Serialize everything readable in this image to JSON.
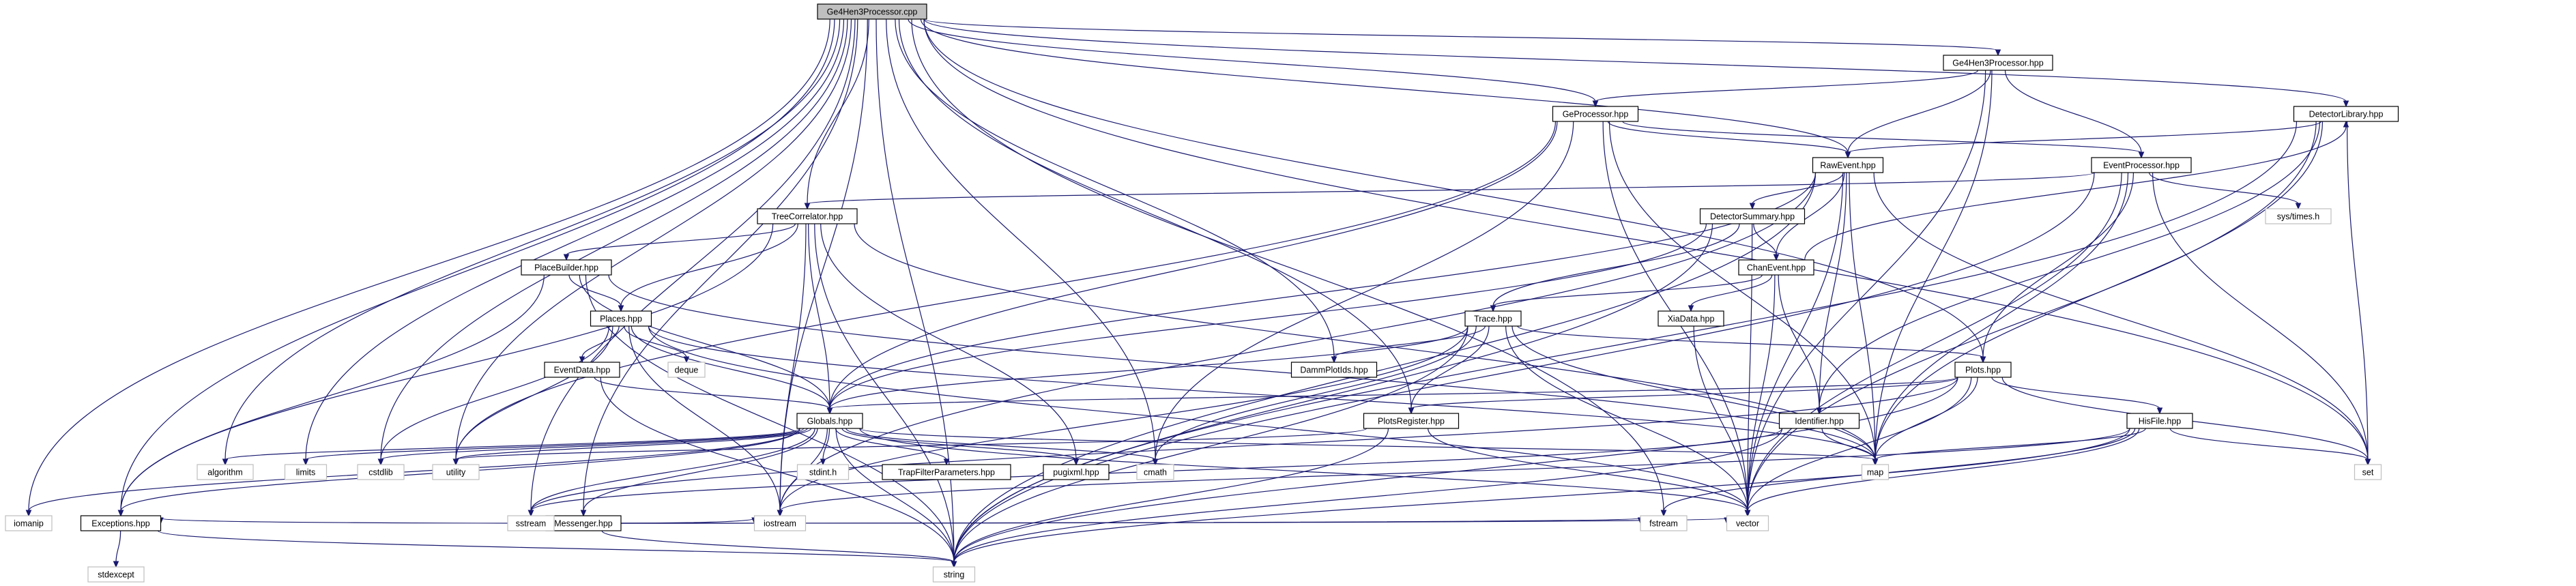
{
  "graph": {
    "nodes": [
      {
        "id": "root",
        "label": "Ge4Hen3Processor.cpp",
        "type": "root"
      },
      {
        "id": "g4h3hpp",
        "label": "Ge4Hen3Processor.hpp",
        "type": "file"
      },
      {
        "id": "detlib",
        "label": "DetectorLibrary.hpp",
        "type": "file"
      },
      {
        "id": "geproc",
        "label": "GeProcessor.hpp",
        "type": "file"
      },
      {
        "id": "rawevent",
        "label": "RawEvent.hpp",
        "type": "file"
      },
      {
        "id": "eventproc",
        "label": "EventProcessor.hpp",
        "type": "file"
      },
      {
        "id": "treecorr",
        "label": "TreeCorrelator.hpp",
        "type": "file"
      },
      {
        "id": "detsummary",
        "label": "DetectorSummary.hpp",
        "type": "file"
      },
      {
        "id": "systimes",
        "label": "sys/times.h",
        "type": "system"
      },
      {
        "id": "placebuilder",
        "label": "PlaceBuilder.hpp",
        "type": "file"
      },
      {
        "id": "chanevent",
        "label": "ChanEvent.hpp",
        "type": "file"
      },
      {
        "id": "places",
        "label": "Places.hpp",
        "type": "file"
      },
      {
        "id": "trace",
        "label": "Trace.hpp",
        "type": "file"
      },
      {
        "id": "xiadata",
        "label": "XiaData.hpp",
        "type": "file"
      },
      {
        "id": "eventdata",
        "label": "EventData.hpp",
        "type": "file"
      },
      {
        "id": "deque",
        "label": "deque",
        "type": "system"
      },
      {
        "id": "damm",
        "label": "DammPlotIds.hpp",
        "type": "file"
      },
      {
        "id": "plots",
        "label": "Plots.hpp",
        "type": "file"
      },
      {
        "id": "globals",
        "label": "Globals.hpp",
        "type": "file"
      },
      {
        "id": "plotsreg",
        "label": "PlotsRegister.hpp",
        "type": "file"
      },
      {
        "id": "identifier",
        "label": "Identifier.hpp",
        "type": "file"
      },
      {
        "id": "hisfile",
        "label": "HisFile.hpp",
        "type": "file"
      },
      {
        "id": "algorithm",
        "label": "algorithm",
        "type": "system"
      },
      {
        "id": "limits",
        "label": "limits",
        "type": "system"
      },
      {
        "id": "cstdlib",
        "label": "cstdlib",
        "type": "system"
      },
      {
        "id": "utility",
        "label": "utility",
        "type": "system"
      },
      {
        "id": "stdinth",
        "label": "stdint.h",
        "type": "system"
      },
      {
        "id": "trajfilter",
        "label": "TrapFilterParameters.hpp",
        "type": "file"
      },
      {
        "id": "pugixml",
        "label": "pugixml.hpp",
        "type": "file"
      },
      {
        "id": "cmath",
        "label": "cmath",
        "type": "system"
      },
      {
        "id": "map",
        "label": "map",
        "type": "system"
      },
      {
        "id": "set",
        "label": "set",
        "type": "system"
      },
      {
        "id": "iomanip",
        "label": "iomanip",
        "type": "system"
      },
      {
        "id": "messenger",
        "label": "Messenger.hpp",
        "type": "file"
      },
      {
        "id": "exceptions",
        "label": "Exceptions.hpp",
        "type": "file"
      },
      {
        "id": "sstream",
        "label": "sstream",
        "type": "system"
      },
      {
        "id": "iostream",
        "label": "iostream",
        "type": "system"
      },
      {
        "id": "fstream",
        "label": "fstream",
        "type": "system"
      },
      {
        "id": "vector",
        "label": "vector",
        "type": "system"
      },
      {
        "id": "stdexcept",
        "label": "stdexcept",
        "type": "system"
      },
      {
        "id": "string",
        "label": "string",
        "type": "system"
      }
    ],
    "edges": [
      [
        "root",
        "g4h3hpp"
      ],
      [
        "root",
        "detlib"
      ],
      [
        "root",
        "geproc"
      ],
      [
        "root",
        "rawevent"
      ],
      [
        "root",
        "treecorr"
      ],
      [
        "root",
        "damm"
      ],
      [
        "root",
        "plots"
      ],
      [
        "root",
        "messenger"
      ],
      [
        "root",
        "exceptions"
      ],
      [
        "root",
        "iomanip"
      ],
      [
        "root",
        "algorithm"
      ],
      [
        "root",
        "limits"
      ],
      [
        "root",
        "cstdlib"
      ],
      [
        "root",
        "utility"
      ],
      [
        "root",
        "cmath"
      ],
      [
        "root",
        "iostream"
      ],
      [
        "root",
        "sstream"
      ],
      [
        "root",
        "fstream"
      ],
      [
        "root",
        "string"
      ],
      [
        "root",
        "set"
      ],
      [
        "root",
        "plotsreg"
      ],
      [
        "g4h3hpp",
        "geproc"
      ],
      [
        "g4h3hpp",
        "rawevent"
      ],
      [
        "g4h3hpp",
        "eventproc"
      ],
      [
        "g4h3hpp",
        "map"
      ],
      [
        "g4h3hpp",
        "vector"
      ],
      [
        "geproc",
        "rawevent"
      ],
      [
        "geproc",
        "eventproc"
      ],
      [
        "geproc",
        "globals"
      ],
      [
        "geproc",
        "cmath"
      ],
      [
        "geproc",
        "map"
      ],
      [
        "geproc",
        "vector"
      ],
      [
        "geproc",
        "utility"
      ],
      [
        "detlib",
        "rawevent"
      ],
      [
        "detlib",
        "identifier"
      ],
      [
        "detlib",
        "map"
      ],
      [
        "detlib",
        "set"
      ],
      [
        "detlib",
        "vector"
      ],
      [
        "detlib",
        "string"
      ],
      [
        "eventproc",
        "treecorr"
      ],
      [
        "eventproc",
        "systimes"
      ],
      [
        "eventproc",
        "plots"
      ],
      [
        "eventproc",
        "map"
      ],
      [
        "eventproc",
        "set"
      ],
      [
        "eventproc",
        "vector"
      ],
      [
        "eventproc",
        "string"
      ],
      [
        "rawevent",
        "detsummary"
      ],
      [
        "rawevent",
        "chanevent"
      ],
      [
        "rawevent",
        "identifier"
      ],
      [
        "rawevent",
        "globals"
      ],
      [
        "rawevent",
        "map"
      ],
      [
        "rawevent",
        "set"
      ],
      [
        "rawevent",
        "vector"
      ],
      [
        "rawevent",
        "string"
      ],
      [
        "rawevent",
        "iostream"
      ],
      [
        "detsummary",
        "chanevent"
      ],
      [
        "detsummary",
        "globals"
      ],
      [
        "detsummary",
        "trace"
      ],
      [
        "detsummary",
        "vector"
      ],
      [
        "detsummary",
        "string"
      ],
      [
        "chanevent",
        "detlib"
      ],
      [
        "chanevent",
        "xiadata"
      ],
      [
        "chanevent",
        "trace"
      ],
      [
        "chanevent",
        "identifier"
      ],
      [
        "chanevent",
        "vector"
      ],
      [
        "xiadata",
        "vector"
      ],
      [
        "treecorr",
        "placebuilder"
      ],
      [
        "treecorr",
        "places"
      ],
      [
        "treecorr",
        "globals"
      ],
      [
        "treecorr",
        "exceptions"
      ],
      [
        "treecorr",
        "pugixml"
      ],
      [
        "treecorr",
        "map"
      ],
      [
        "treecorr",
        "iostream"
      ],
      [
        "treecorr",
        "string"
      ],
      [
        "placebuilder",
        "places"
      ],
      [
        "placebuilder",
        "globals"
      ],
      [
        "placebuilder",
        "exceptions"
      ],
      [
        "placebuilder",
        "map"
      ],
      [
        "placebuilder",
        "string"
      ],
      [
        "places",
        "eventdata"
      ],
      [
        "places",
        "deque"
      ],
      [
        "places",
        "globals"
      ],
      [
        "places",
        "map"
      ],
      [
        "places",
        "utility"
      ],
      [
        "places",
        "cstdlib"
      ],
      [
        "places",
        "vector"
      ],
      [
        "places",
        "iostream"
      ],
      [
        "eventdata",
        "globals"
      ],
      [
        "eventdata",
        "string"
      ],
      [
        "trace",
        "damm"
      ],
      [
        "trace",
        "plots"
      ],
      [
        "trace",
        "plotsreg"
      ],
      [
        "trace",
        "globals"
      ],
      [
        "trace",
        "cmath"
      ],
      [
        "trace",
        "map"
      ],
      [
        "trace",
        "vector"
      ],
      [
        "trace",
        "string"
      ],
      [
        "trace",
        "iostream"
      ],
      [
        "plots",
        "globals"
      ],
      [
        "plots",
        "plotsreg"
      ],
      [
        "plots",
        "hisfile"
      ],
      [
        "plots",
        "map"
      ],
      [
        "plots",
        "set"
      ],
      [
        "plots",
        "string"
      ],
      [
        "plots",
        "vector"
      ],
      [
        "plots",
        "sstream"
      ],
      [
        "plotsreg",
        "utility"
      ],
      [
        "plotsreg",
        "vector"
      ],
      [
        "plotsreg",
        "string"
      ],
      [
        "identifier",
        "map"
      ],
      [
        "identifier",
        "sstream"
      ],
      [
        "identifier",
        "string"
      ],
      [
        "hisfile",
        "map"
      ],
      [
        "hisfile",
        "set"
      ],
      [
        "hisfile",
        "string"
      ],
      [
        "hisfile",
        "vector"
      ],
      [
        "hisfile",
        "fstream"
      ],
      [
        "hisfile",
        "iostream"
      ],
      [
        "globals",
        "messenger"
      ],
      [
        "globals",
        "exceptions"
      ],
      [
        "globals",
        "algorithm"
      ],
      [
        "globals",
        "limits"
      ],
      [
        "globals",
        "cstdlib"
      ],
      [
        "globals",
        "utility"
      ],
      [
        "globals",
        "stdinth"
      ],
      [
        "globals",
        "trajfilter"
      ],
      [
        "globals",
        "pugixml"
      ],
      [
        "globals",
        "cmath"
      ],
      [
        "globals",
        "map"
      ],
      [
        "globals",
        "vector"
      ],
      [
        "globals",
        "string"
      ],
      [
        "globals",
        "iostream"
      ],
      [
        "globals",
        "sstream"
      ],
      [
        "globals",
        "iomanip"
      ],
      [
        "messenger",
        "exceptions"
      ],
      [
        "messenger",
        "iostream"
      ],
      [
        "messenger",
        "sstream"
      ],
      [
        "messenger",
        "fstream"
      ],
      [
        "messenger",
        "vector"
      ],
      [
        "messenger",
        "string"
      ],
      [
        "exceptions",
        "stdexcept"
      ],
      [
        "exceptions",
        "string"
      ]
    ]
  }
}
